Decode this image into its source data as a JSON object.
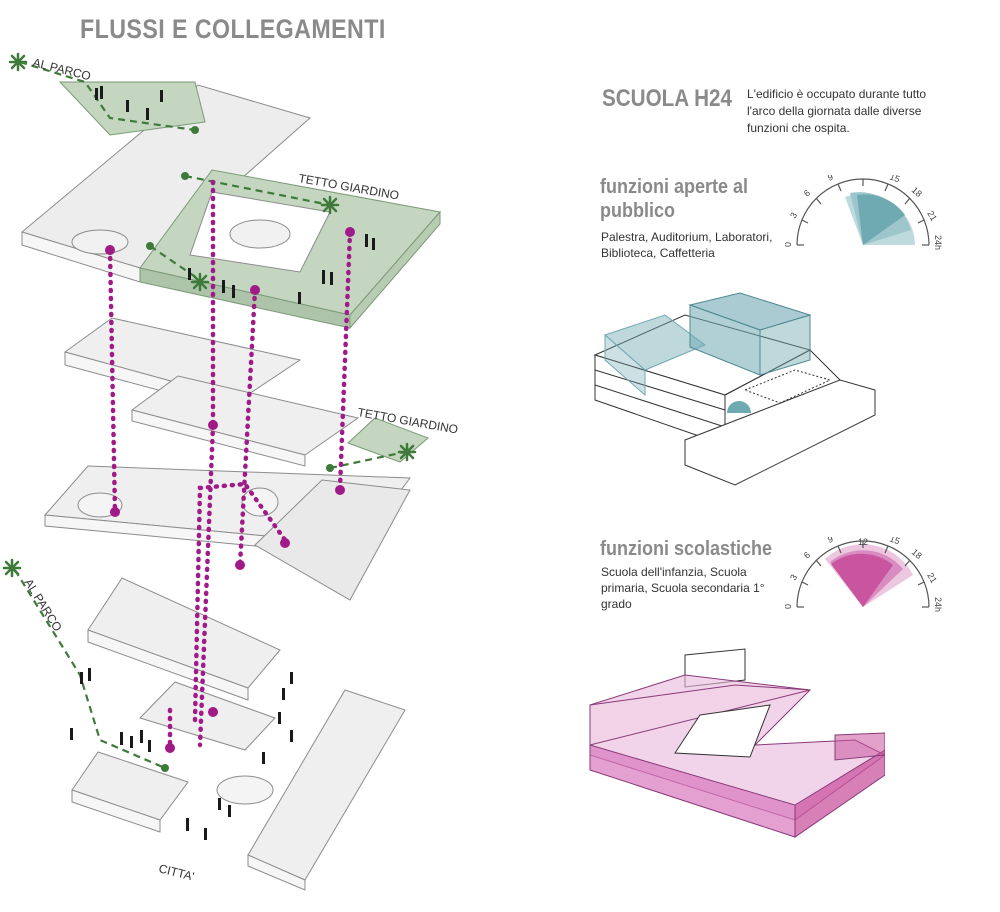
{
  "title": "FLUSSI E COLLEGAMENTI",
  "labels": {
    "al_parco_top": "AL PARCO",
    "al_parco_bottom": "AL PARCO",
    "tetto_giardino_top": "TETTO GIARDINO",
    "tetto_giardino_mid": "TETTO GIARDINO",
    "citta": "CITTA'"
  },
  "scuola": {
    "title": "SCUOLA H24",
    "description": "L'edificio è occupato durante tutto l'arco della giornata dalle diverse funzioni che ospita."
  },
  "public_functions": {
    "heading": "funzioni aperte al pubblico",
    "description": "Palestra, Auditorium, Laboratori, Biblioteca, Caffetteria",
    "color": "#6fa9b2"
  },
  "school_functions": {
    "heading": "funzioni scolastiche",
    "description": "Scuola dell'infanzia, Scuola primaria, Scuola secondaria 1° grado",
    "color": "#c9549f"
  },
  "clock_ticks": [
    "0",
    "3",
    "6",
    "9",
    "12",
    "15",
    "18",
    "21",
    "24h"
  ],
  "colors": {
    "green_roof": "#c4d6c0",
    "path_green": "#3e7a3a",
    "path_magenta": "#a01a88",
    "line_gray": "#8c8c8c"
  }
}
